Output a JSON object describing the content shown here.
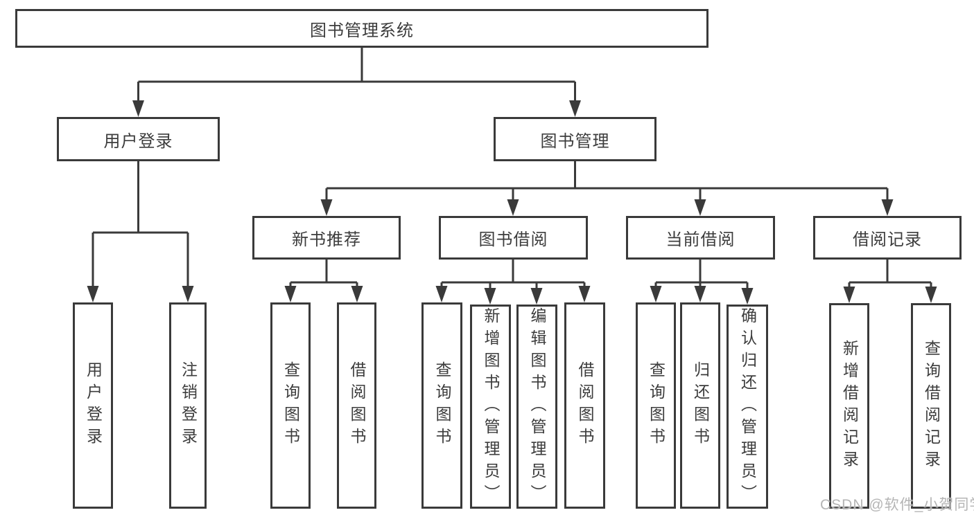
{
  "diagram": {
    "title": "图书管理系统",
    "level2": [
      {
        "label": "用户登录"
      },
      {
        "label": "图书管理"
      }
    ],
    "login_children": [
      "用户登录",
      "注销登录"
    ],
    "groups": [
      {
        "label": "新书推荐",
        "children": [
          "查询图书",
          "借阅图书"
        ]
      },
      {
        "label": "图书借阅",
        "children": [
          "查询图书",
          "新增图书（管理员）",
          "编辑图书（管理员）",
          "借阅图书"
        ]
      },
      {
        "label": "当前借阅",
        "children": [
          "查询图书",
          "归还图书",
          "确认归还（管理员）"
        ]
      },
      {
        "label": "借阅记录",
        "children": [
          "新增借阅记录",
          "查询借阅记录"
        ]
      }
    ],
    "watermark": "CSDN @软件_小贺同学",
    "colors": {
      "line": "#3a3a3a",
      "text": "#3c3c3c",
      "box_background": "#ffffff",
      "watermark": "#b5b5b5",
      "page_background": "#ffffff"
    }
  }
}
